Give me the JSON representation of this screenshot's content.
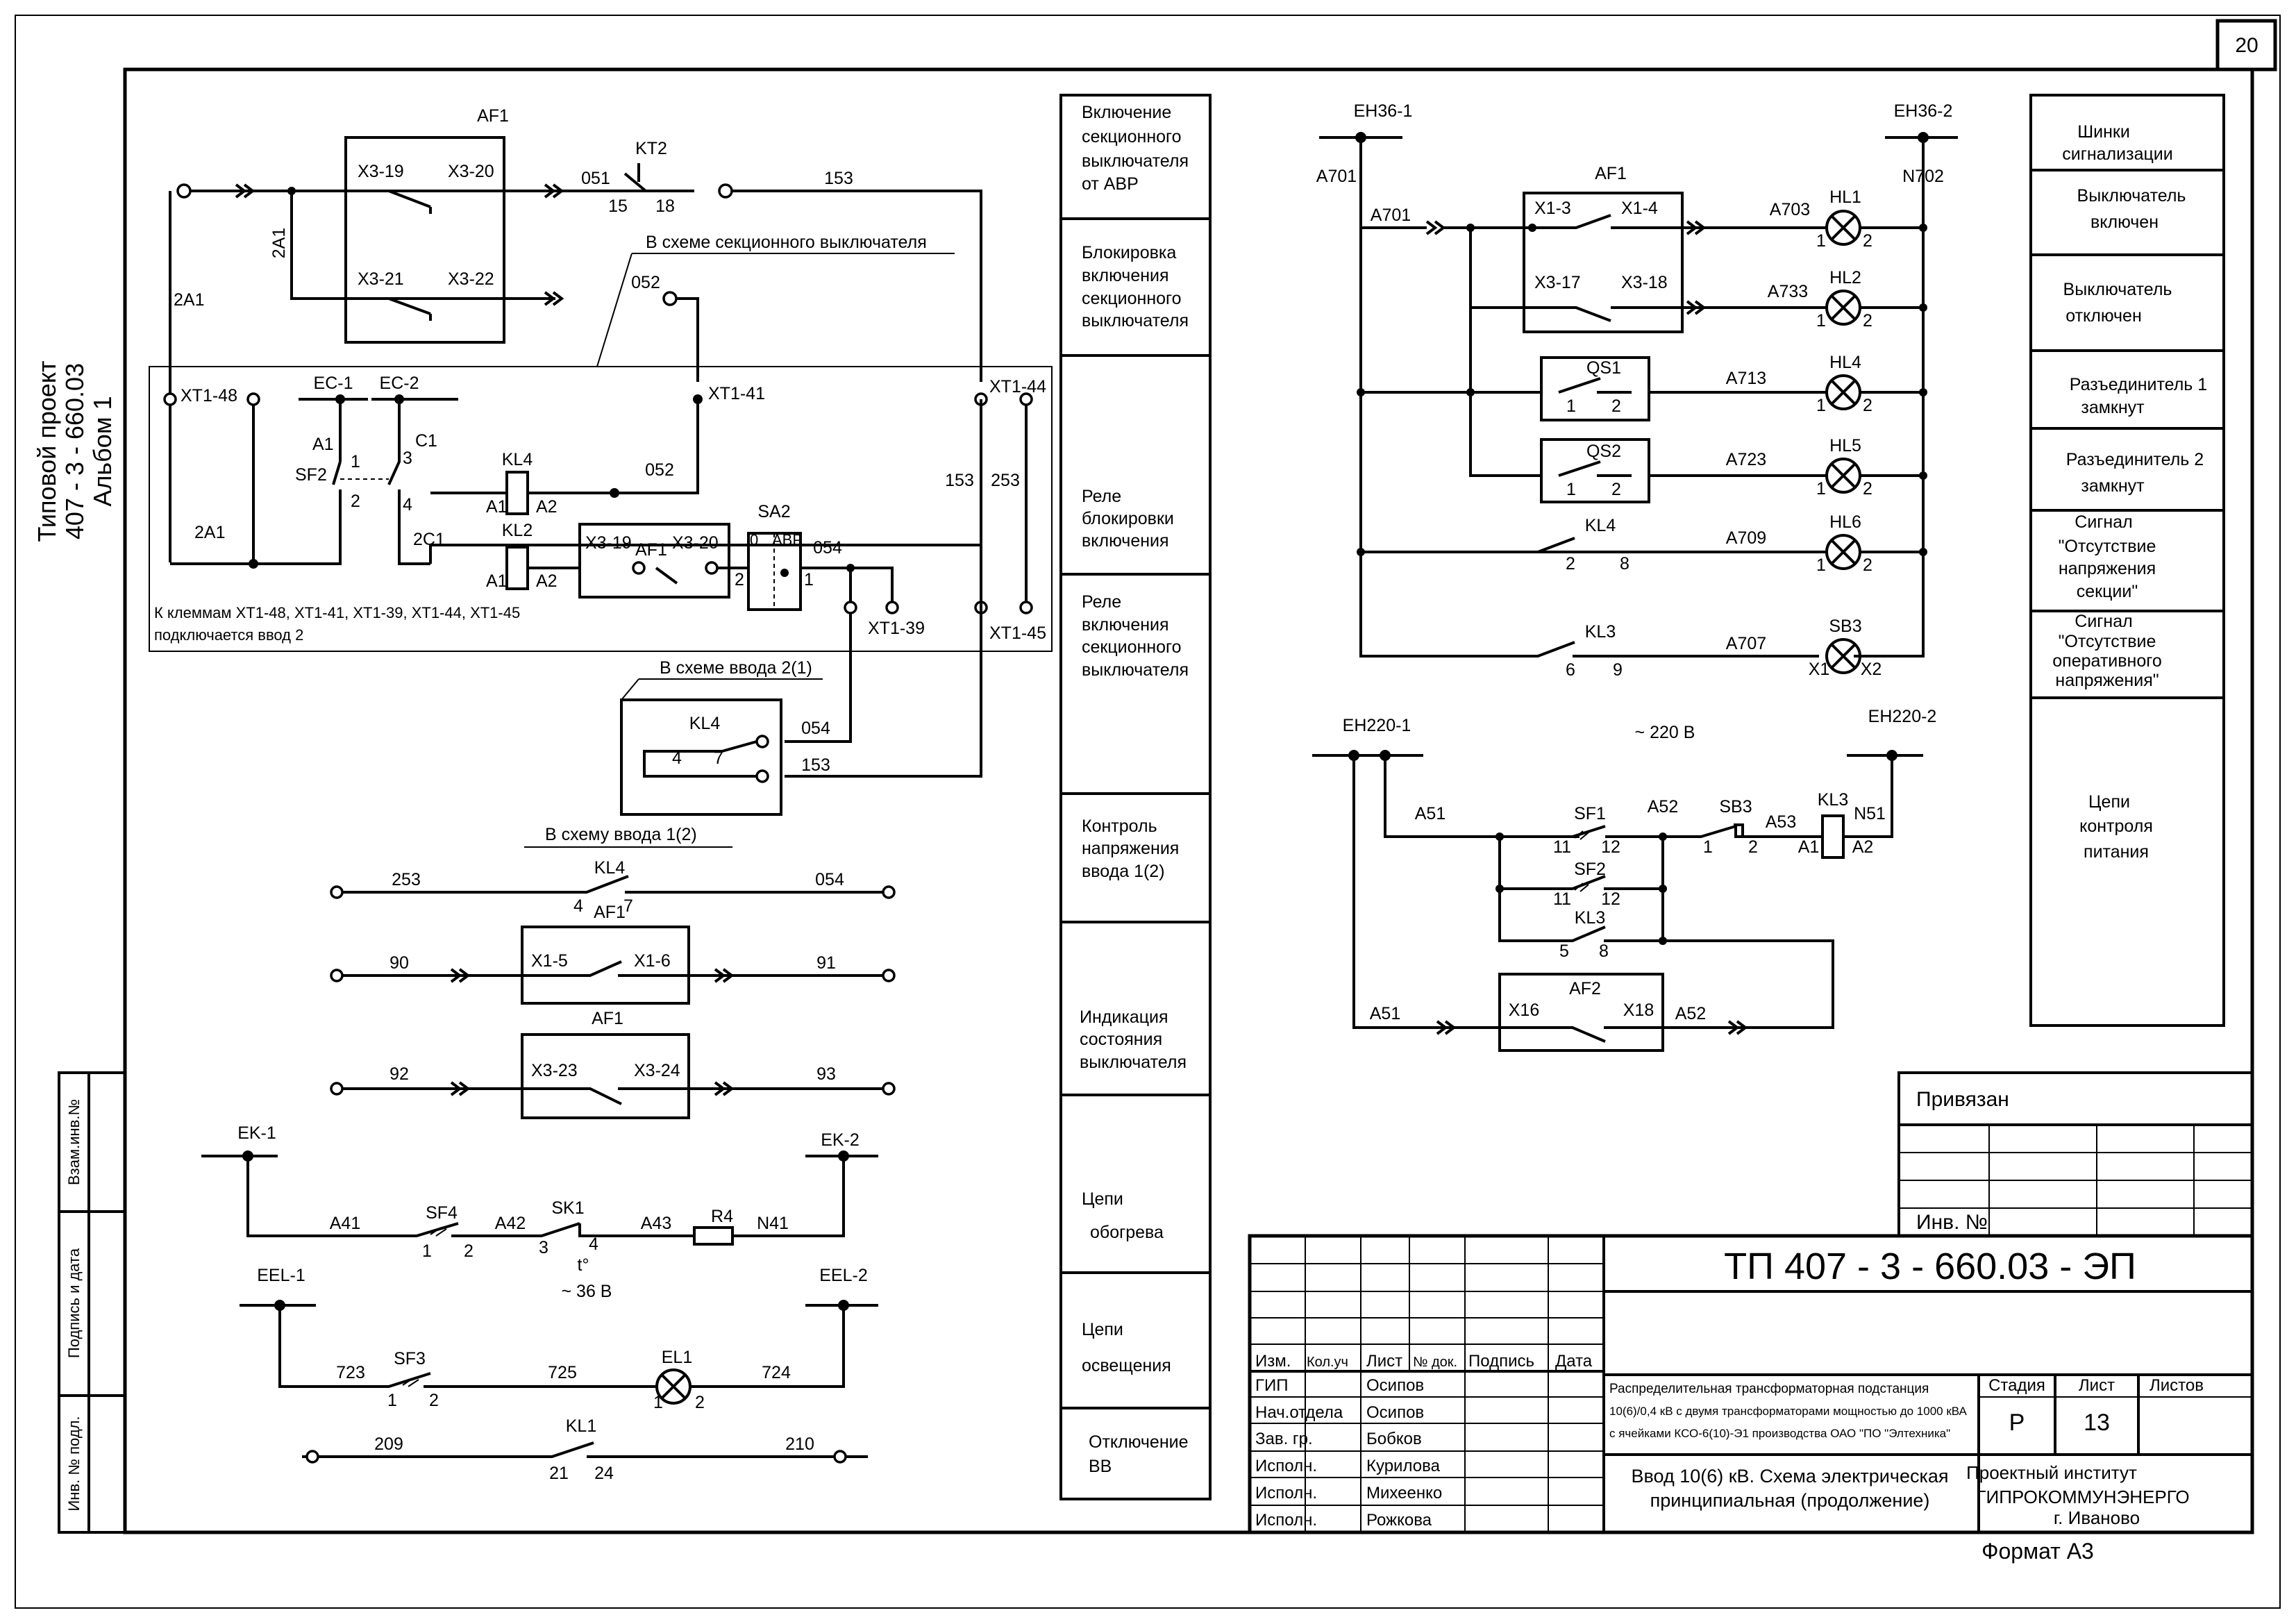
{
  "sheet": {
    "page_number": "20",
    "project_title": [
      "Типовой проект",
      "407 - 3 - 660.03",
      "Альбом  1"
    ],
    "stamp_side": [
      "Взам.инв.№",
      "Подпись и дата",
      "Инв. № подл."
    ]
  },
  "circuits": {
    "close_from_avr": {
      "device": "AF1",
      "c1": [
        "X3-19",
        "X3-20"
      ],
      "c2": [
        "X3-21",
        "X3-22"
      ],
      "timer": "KT2",
      "timer_pins": [
        "15",
        "18"
      ],
      "wires": [
        "2A1",
        "2A1",
        "051",
        "153",
        "052"
      ],
      "note_section": "В схеме секционного выключателя"
    },
    "blocking": {
      "xt": [
        "XT1-48",
        "XT1-41",
        "XT1-44",
        "XT1-39",
        "XT1-45"
      ],
      "ec": [
        "EC-1",
        "EC-2"
      ],
      "sf2": "SF2",
      "sf2_labels": [
        "A1",
        "C1",
        "1",
        "3",
        "2",
        "4"
      ],
      "kl4": "KL4",
      "kl2": "KL2",
      "a_pins": [
        "A1",
        "A2",
        "A1",
        "A2"
      ],
      "af1_contacts": [
        "X3-19",
        "AF1",
        "X3-20"
      ],
      "sa2": "SA2",
      "sa2_sw": [
        "0",
        "АВР"
      ],
      "sa2_pins": [
        "2",
        "1"
      ],
      "wires": [
        "2A1",
        "2C1",
        "052",
        "054",
        "153",
        "253"
      ],
      "note": [
        "К клеммам XT1-48, XT1-41, XT1-39, XT1-44, XT1-45",
        "подключается ввод 2"
      ]
    },
    "input2": {
      "title": "В схеме ввода 2(1)",
      "relay": "KL4",
      "pins": [
        "4",
        "7"
      ],
      "wires": [
        "054",
        "153"
      ]
    },
    "input12": {
      "title": "В схему ввода 1(2)",
      "kl4": {
        "name": "KL4",
        "pins": [
          "4",
          "7"
        ],
        "wires": [
          "253",
          "054"
        ]
      },
      "af1a": {
        "name": "AF1",
        "pins": [
          "X1-5",
          "X1-6"
        ],
        "wires": [
          "90",
          "91"
        ]
      },
      "af1b": {
        "name": "AF1",
        "pins": [
          "X3-23",
          "X3-24"
        ],
        "wires": [
          "92",
          "93"
        ]
      }
    },
    "heating": {
      "buses": [
        "EK-1",
        "EK-2"
      ],
      "sf4": "SF4",
      "sk1": "SK1",
      "r4": "R4",
      "wires": [
        "A41",
        "A42",
        "A43",
        "N41"
      ],
      "pins": [
        "1",
        "2",
        "3",
        "4"
      ],
      "temp": "t°",
      "voltage": "~ 36 В"
    },
    "lighting": {
      "buses": [
        "EEL-1",
        "EEL-2"
      ],
      "sf3": "SF3",
      "el1": "EL1",
      "wires": [
        "723",
        "725",
        "724"
      ],
      "pins": [
        "1",
        "2",
        "1",
        "2"
      ]
    },
    "trip": {
      "relay": "KL1",
      "pins": [
        "21",
        "24"
      ],
      "wires": [
        "209",
        "210"
      ]
    },
    "signal": {
      "buses": [
        "EH36-1",
        "EH36-2"
      ],
      "wires": [
        "A701",
        "A701",
        "N702",
        "A703",
        "A733",
        "A713",
        "A723",
        "A709",
        "A707"
      ],
      "af1": "AF1",
      "af1_pins": [
        "X1-3",
        "X1-4",
        "X3-17",
        "X3-18"
      ],
      "qs1": "QS1",
      "qs2": "QS2",
      "kl4": "KL4",
      "kl3": "KL3",
      "qs_pins": [
        "1",
        "2"
      ],
      "kl4_pins": [
        "2",
        "8"
      ],
      "kl3_pins": [
        "6",
        "9"
      ],
      "lamps": [
        "HL1",
        "HL2",
        "HL4",
        "HL5",
        "HL6"
      ],
      "lamp_pins": [
        "1",
        "2"
      ],
      "sb3": "SB3",
      "sb3_pins": [
        "X1",
        "X2"
      ]
    },
    "supply": {
      "buses": [
        "EH220-1",
        "EH220-2"
      ],
      "voltage": "~ 220 В",
      "wires": [
        "A51",
        "A52",
        "A53",
        "N51",
        "A51",
        "A52"
      ],
      "sf1": "SF1",
      "sf2": "SF2",
      "kl3": "KL3",
      "sb3": "SB3",
      "kl3coil": "KL3",
      "af2": "AF2",
      "sf_pins": [
        "11",
        "12"
      ],
      "kl3_pins": [
        "5",
        "8"
      ],
      "sb3_pins": [
        "1",
        "2"
      ],
      "coil_pins": [
        "A1",
        "A2"
      ],
      "af2_pins": [
        "X16",
        "X18"
      ]
    }
  },
  "middle_column": [
    [
      "Включение",
      "секционного",
      "выключателя",
      "от АВР"
    ],
    [
      "Блокировка",
      "включения",
      "секционного",
      "выключателя"
    ],
    [
      "Реле",
      "блокировки",
      "включения"
    ],
    [
      "Реле",
      "включения",
      "секционного",
      "выключателя"
    ],
    [
      "Контроль",
      "напряжения",
      "ввода 1(2)"
    ],
    [
      "Индикация",
      "состояния",
      "выключателя"
    ],
    [
      "Цепи",
      "обогрева"
    ],
    [
      "Цепи",
      "освещения"
    ],
    [
      "Отключение",
      "ВВ"
    ]
  ],
  "right_column": [
    [
      "Шинки",
      "сигнализации"
    ],
    [
      "Выключатель",
      "включен"
    ],
    [
      "Выключатель",
      "отключен"
    ],
    [
      "Разъединитель 1",
      "замкнут"
    ],
    [
      "Разъединитель 2",
      "замкнут"
    ],
    [
      "Сигнал",
      "\"Отсутствие",
      "напряжения",
      "секции\""
    ],
    [
      "Сигнал",
      "\"Отсутствие",
      "оперативного",
      "напряжения\""
    ],
    [
      "Цепи",
      "контроля",
      "питания"
    ]
  ],
  "title_block": {
    "privyazan": "Привязан",
    "inv": "Инв. №",
    "code": "ТП  407 - 3 - 660.03 - ЭП",
    "headers": [
      "Изм.",
      "Кол.уч",
      "Лист",
      "№ док.",
      "Подпись",
      "Дата"
    ],
    "roles": [
      "ГИП",
      "Нач.отдела",
      "Зав. гр.",
      "Исполн.",
      "Исполн.",
      "Исполн."
    ],
    "names": [
      "Осипов",
      "Осипов",
      "Бобков",
      "Курилова",
      "Михеенко",
      "Рожкова"
    ],
    "desc": [
      "Распределительная трансформаторная подстанция",
      "10(6)/0,4 кВ с двумя трансформаторами мощностью  до 1000 кВА",
      "с ячейками КСО-6(10)-Э1 производства ОАО \"ПО \"Элтехника\""
    ],
    "sheet_title": [
      "Ввод 10(6) кВ. Схема электрическая",
      "принципиальная (продолжение)"
    ],
    "stage_headers": [
      "Стадия",
      "Лист",
      "Листов"
    ],
    "stage": "Р",
    "sheet_no": "13",
    "org": [
      "Проектный институт",
      "ГИПРОКОММУНЭНЕРГО",
      "г. Иваново"
    ],
    "format": "Формат А3"
  }
}
